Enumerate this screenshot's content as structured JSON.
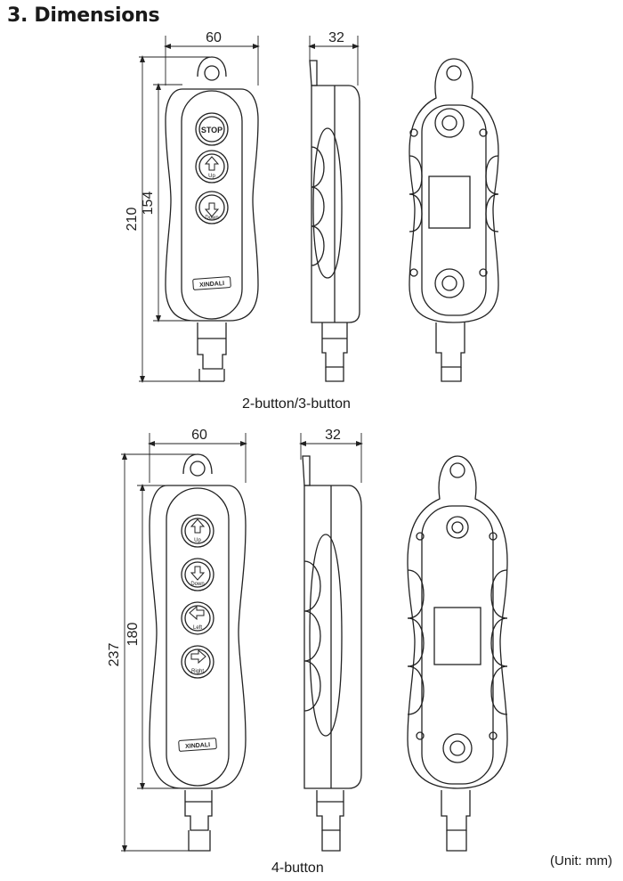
{
  "title": "3. Dimensions",
  "unit": "(Unit:  mm)",
  "variants": [
    {
      "caption": "2-button/3-button",
      "width": "60",
      "depth": "32",
      "overall_height": "210",
      "body_height": "154",
      "buttons": [
        {
          "label": "STOP",
          "icon": "stop-icon"
        },
        {
          "label": "Up",
          "icon": "arrow-up-icon"
        },
        {
          "label": "Down",
          "icon": "arrow-down-icon"
        }
      ],
      "brand": "XINDALI"
    },
    {
      "caption": "4-button",
      "width": "60",
      "depth": "32",
      "overall_height": "237",
      "body_height": "180",
      "buttons": [
        {
          "label": "Up",
          "icon": "arrow-up-icon"
        },
        {
          "label": "Down",
          "icon": "arrow-down-icon"
        },
        {
          "label": "Left",
          "icon": "arrow-left-icon"
        },
        {
          "label": "Right",
          "icon": "arrow-right-icon"
        }
      ],
      "brand": "XINDALI"
    }
  ]
}
